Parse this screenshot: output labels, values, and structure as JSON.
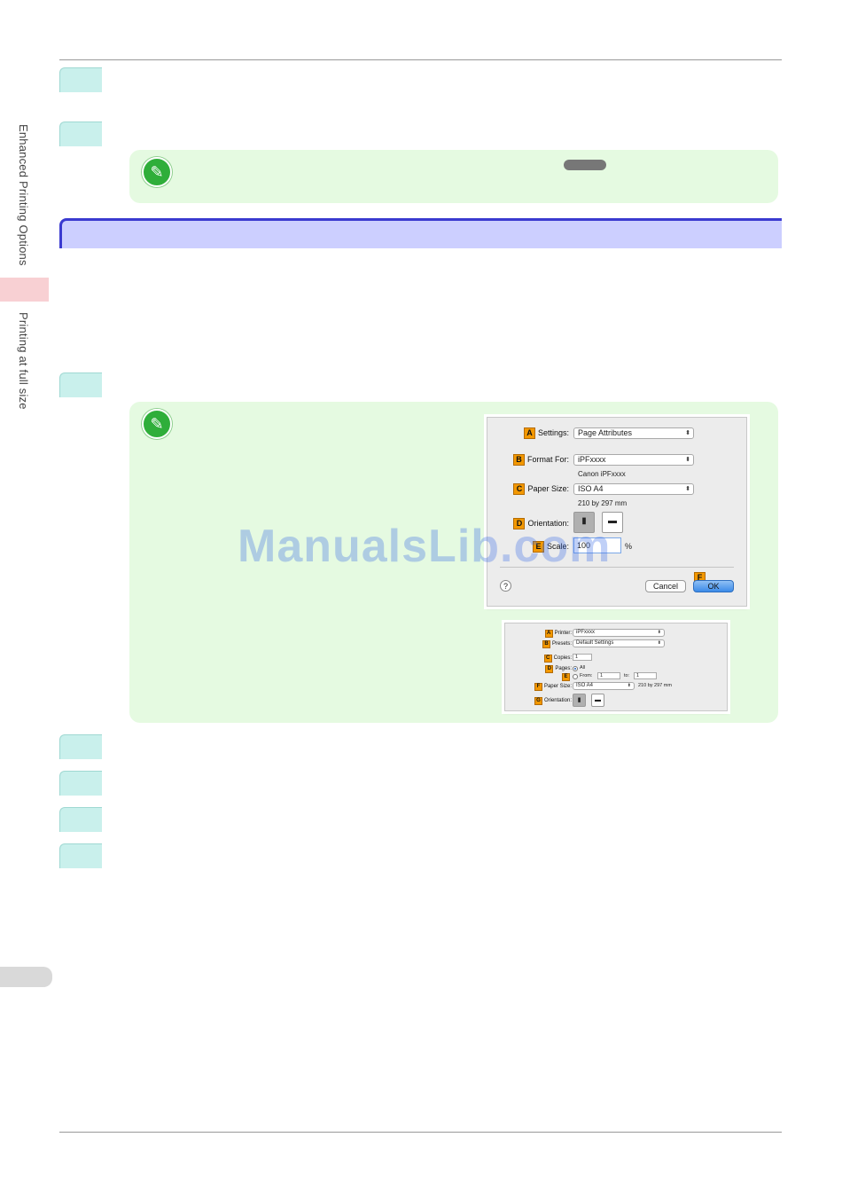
{
  "sidebar": {
    "chapter_label": "Enhanced Printing Options",
    "section_label": "Printing at full size"
  },
  "page_setup_dialog": {
    "settings": {
      "badge": "A",
      "label": "Settings:",
      "value": "Page Attributes"
    },
    "format_for": {
      "badge": "B",
      "label": "Format For:",
      "value": "iPFxxxx",
      "sub": "Canon iPFxxxx"
    },
    "paper_size": {
      "badge": "C",
      "label": "Paper Size:",
      "value": "ISO A4",
      "sub": "210 by 297 mm"
    },
    "orientation": {
      "badge": "D",
      "label": "Orientation:"
    },
    "scale": {
      "badge": "E",
      "label": "Scale:",
      "value": "100",
      "unit": "%"
    },
    "ok_badge": "F",
    "help": "?",
    "cancel": "Cancel",
    "ok": "OK"
  },
  "print_dialog": {
    "printer": {
      "badge": "A",
      "label": "Printer:",
      "value": "iPFxxxx"
    },
    "presets": {
      "badge": "B",
      "label": "Presets:",
      "value": "Default Settings"
    },
    "copies": {
      "badge": "C",
      "label": "Copies:",
      "value": "1"
    },
    "pages": {
      "badge": "D",
      "label": "Pages:",
      "all": "All"
    },
    "from": {
      "badge": "E",
      "label": "From:",
      "from_value": "1",
      "to_label": "to:",
      "to_value": "1"
    },
    "paper_size": {
      "badge": "F",
      "label": "Paper Size:",
      "value": "ISO A4",
      "sub": "210 by 297 mm"
    },
    "orientation": {
      "badge": "G",
      "label": "Orientation:"
    }
  },
  "watermark": "ManualsLib.com",
  "icons": {
    "note": "pencil-note-icon",
    "portrait": "portrait-orientation-icon",
    "landscape": "landscape-orientation-icon"
  }
}
